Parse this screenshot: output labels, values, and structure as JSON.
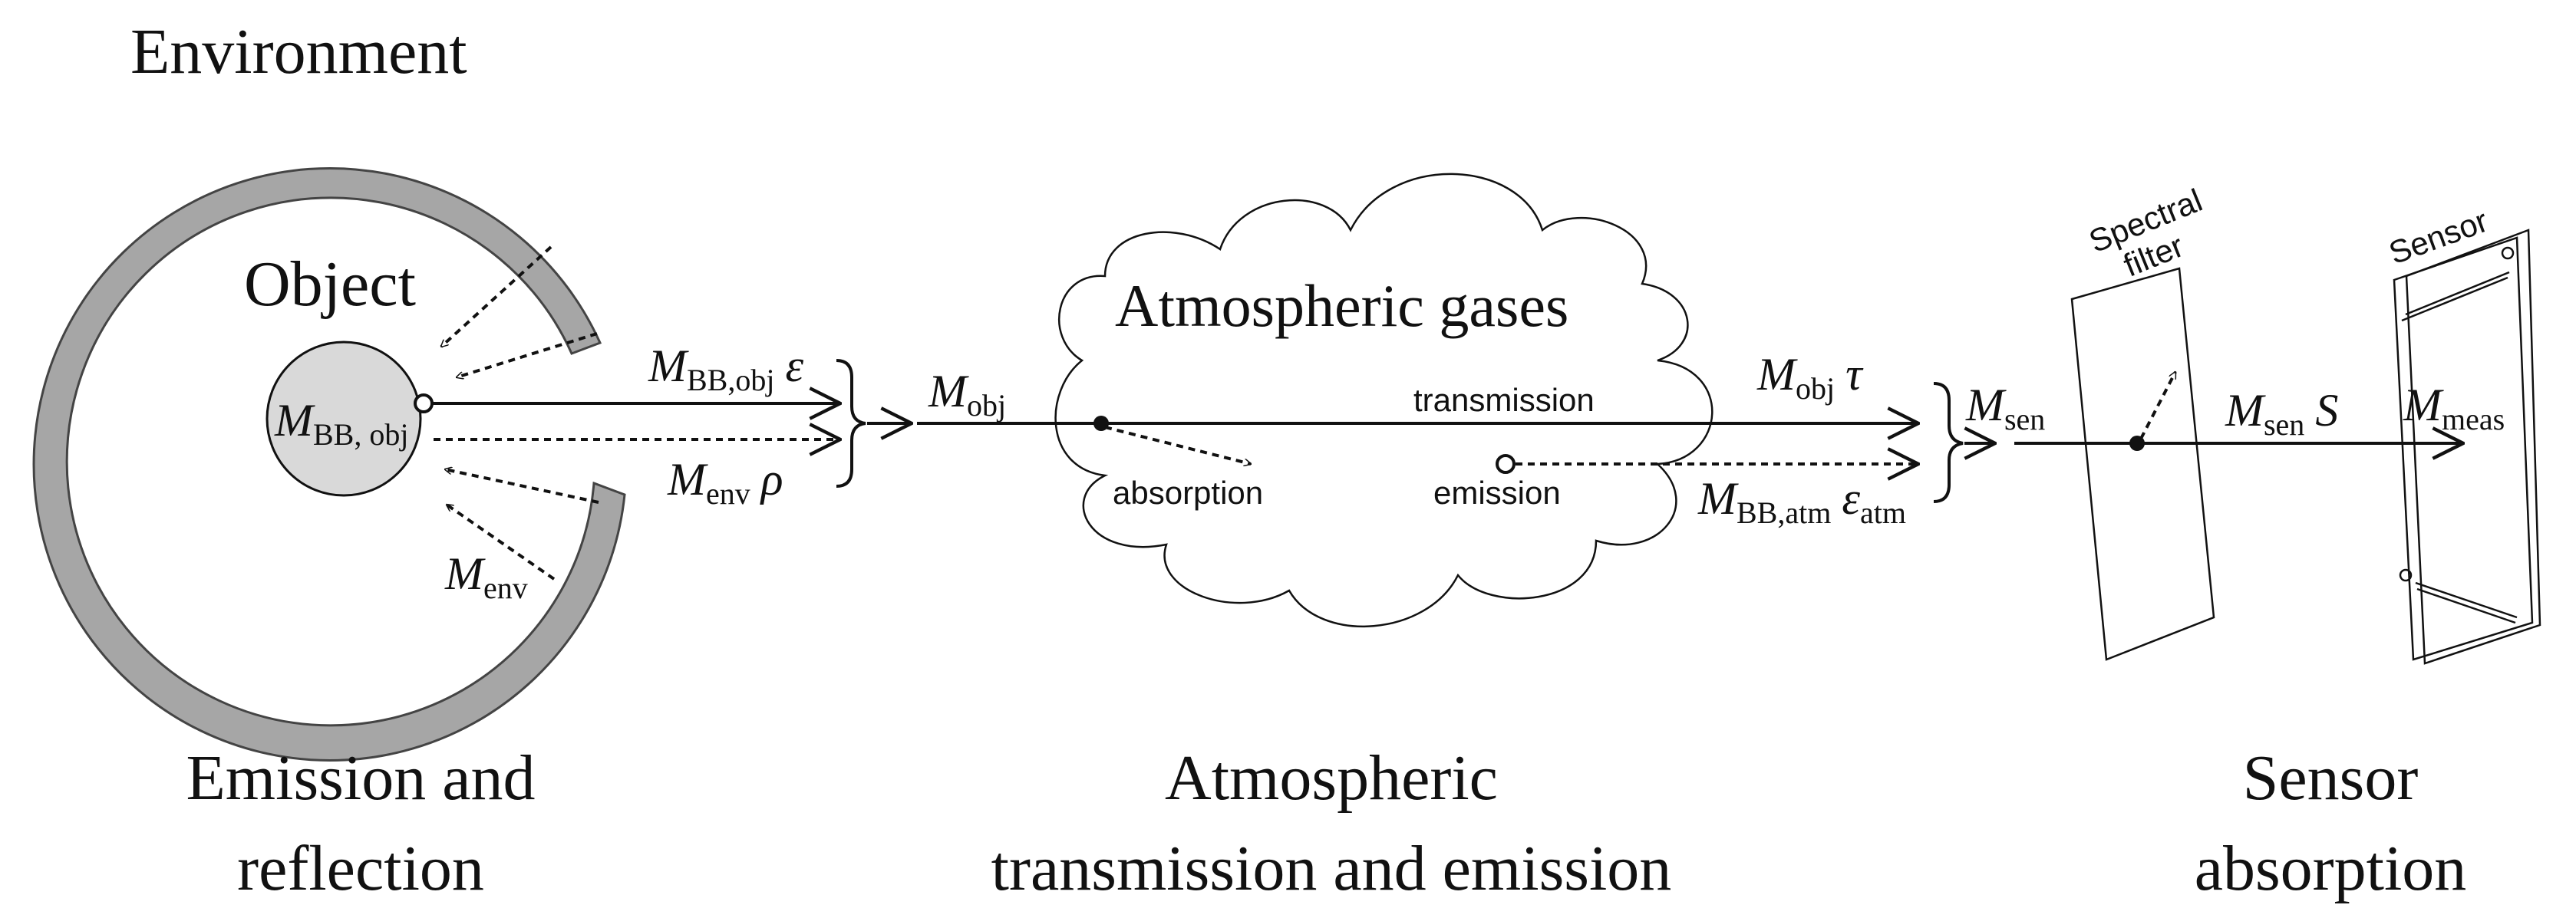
{
  "titles": {
    "environment": "Environment",
    "object": "Object",
    "atmospheric_gases": "Atmospheric gases",
    "spectral_filter_line1": "Spectral",
    "spectral_filter_line2": "filter",
    "sensor": "Sensor"
  },
  "captions": {
    "emission_reflection_line1": "Emission and",
    "emission_reflection_line2": "reflection",
    "atmospheric_line1": "Atmospheric",
    "atmospheric_line2": "transmission and emission",
    "sensor_line1": "Sensor",
    "sensor_line2": "absorption"
  },
  "process_labels": {
    "transmission": "transmission",
    "absorption": "absorption",
    "emission": "emission"
  },
  "symbols": {
    "M": "M",
    "bb_obj_inner_sub": "BB, obj",
    "bb_obj_sub": "BB,obj",
    "epsilon": "ε",
    "env_sub": "env",
    "rho": "ρ",
    "obj_sub": "obj",
    "tau": "τ",
    "bb_atm_sub": "BB,atm",
    "epsilon_atm": "ε",
    "atm_sub": "atm",
    "sen_sub": "sen",
    "S": "S",
    "meas_sub": "meas"
  },
  "colors": {
    "object_fill": "#d9d9d9",
    "ring_fill": "#a6a6a6",
    "stroke": "#111111"
  }
}
